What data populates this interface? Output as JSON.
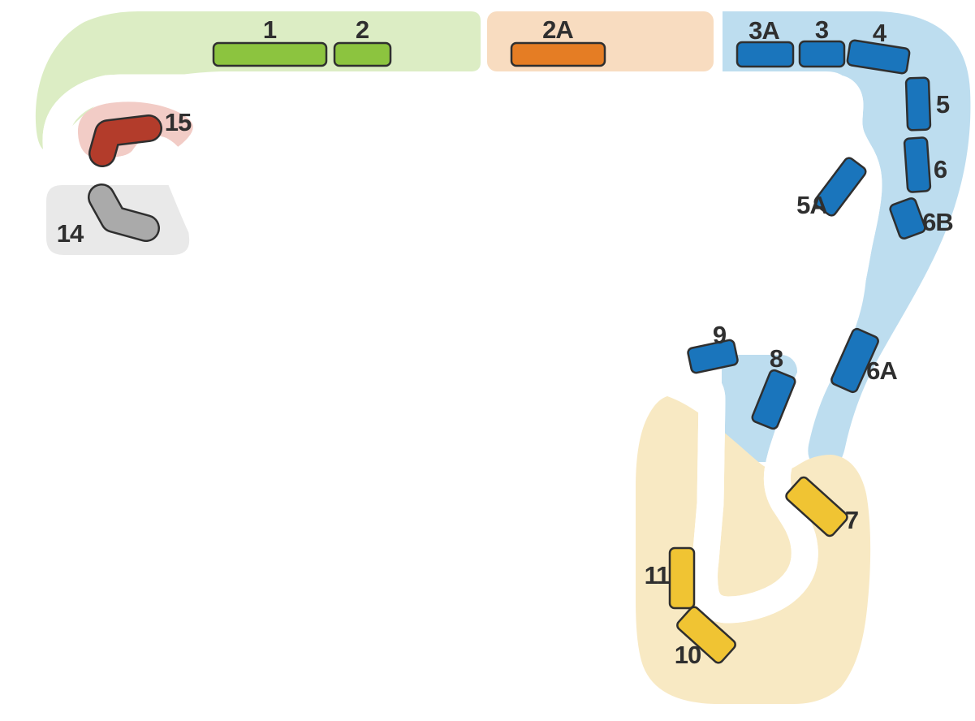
{
  "map": {
    "kind": "race-circuit-seating-map",
    "background": "#FFFFFF"
  },
  "track": {
    "color": "#333333",
    "casing": "#FFFFFF",
    "start_finish": "checkered-strip",
    "direction_arrows": {
      "main_straight": "right",
      "esses_descent": "down-left",
      "stadium_exit": "up",
      "return_leg": "left"
    }
  },
  "zones": {
    "green": "#DCEDC4",
    "orange": "#F8DCC0",
    "blue": "#BDDDEF",
    "blue_patch": "#BDDDEF",
    "tan": "#F8E9C3",
    "gray": "#E9E9E9",
    "pink": "#F2CCC6"
  },
  "stands": {
    "s1": {
      "label": "1",
      "color": "#8CC43F"
    },
    "s2": {
      "label": "2",
      "color": "#8CC43F"
    },
    "s2a": {
      "label": "2A",
      "color": "#E57D24"
    },
    "s3a": {
      "label": "3A",
      "color": "#1A75BC"
    },
    "s3": {
      "label": "3",
      "color": "#1A75BC"
    },
    "s4": {
      "label": "4",
      "color": "#1A75BC"
    },
    "s5": {
      "label": "5",
      "color": "#1A75BC"
    },
    "s6": {
      "label": "6",
      "color": "#1A75BC"
    },
    "s6b": {
      "label": "6B",
      "color": "#1A75BC"
    },
    "s5a": {
      "label": "5A",
      "color": "#1A75BC"
    },
    "s6a": {
      "label": "6A",
      "color": "#1A75BC"
    },
    "s9": {
      "label": "9",
      "color": "#1A75BC"
    },
    "s8": {
      "label": "8",
      "color": "#1A75BC"
    },
    "s7": {
      "label": "7",
      "color": "#F0C433"
    },
    "s11": {
      "label": "11",
      "color": "#F0C433"
    },
    "s10": {
      "label": "10",
      "color": "#F0C433"
    },
    "s14": {
      "label": "14",
      "color": "#AAAAAA"
    },
    "s15": {
      "label": "15",
      "color": "#B33C2B"
    }
  }
}
